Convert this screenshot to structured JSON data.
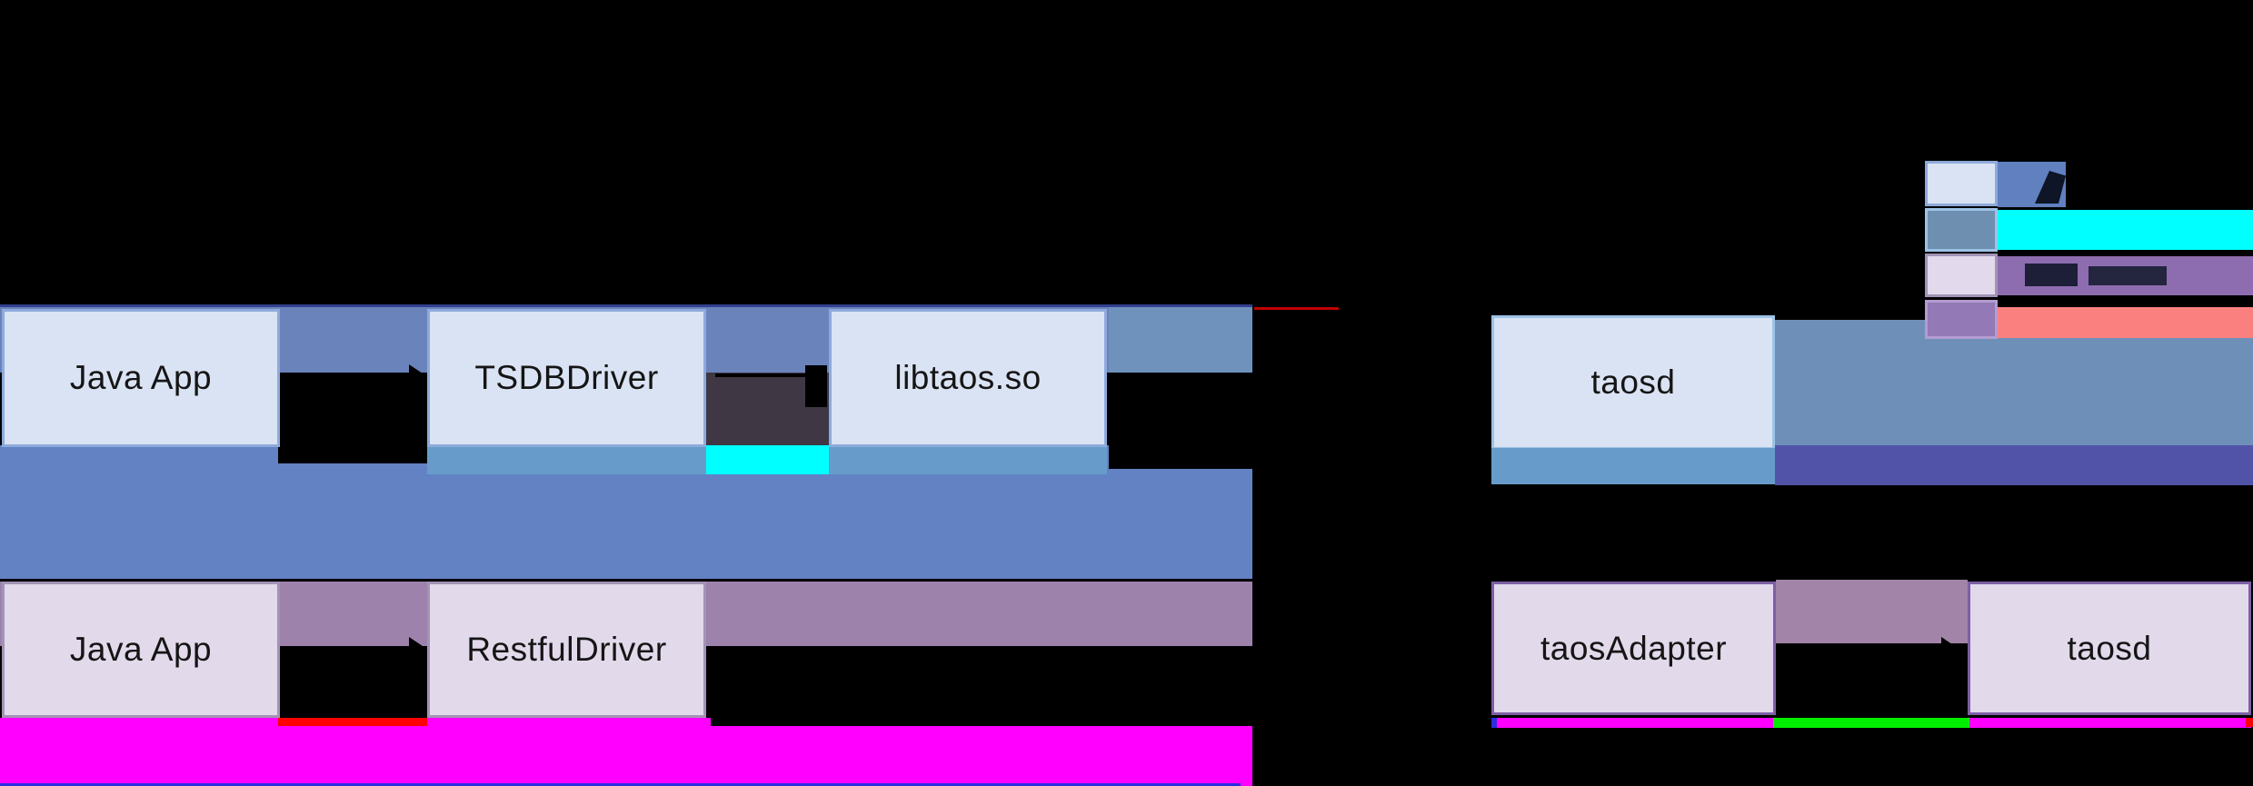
{
  "diagram_title_visible": false,
  "jni_flow": {
    "app": "Java App",
    "driver": "TSDBDriver",
    "library": "libtaos.so",
    "server": "taosd"
  },
  "rest_flow": {
    "app": "Java App",
    "driver": "RestfulDriver",
    "adapter": "taosAdapter",
    "server": "taosd"
  },
  "legend": {
    "items": [
      {
        "name": "light-blue-swatch",
        "swatch_color": "#dae3f3",
        "band_color": "#6080c0",
        "label_text_visible": false
      },
      {
        "name": "slate-swatch",
        "swatch_color": "#6e8fb0",
        "band_color": "#00ffff",
        "label_text_visible": false
      },
      {
        "name": "lavender-swatch",
        "swatch_color": "#e3d9ec",
        "band_color": "#8d6db0",
        "label_text_visible": false
      },
      {
        "name": "mauve-swatch",
        "swatch_color": "#9379b5",
        "band_color": "#fa8080",
        "label_text_visible": false
      }
    ]
  },
  "palette": {
    "bg": "#000000",
    "box_blue_fill": "#dae3f3",
    "box_blue_border": "#8eaadb",
    "box_taosd_border": "#9dc3e6",
    "box_lav_fill": "#e2d9eb",
    "box_lav_border": "#a294b5",
    "box_purple_border": "#7d5fa5",
    "band_blue": "#6b83bb",
    "band_blue_right": "#6e92bc",
    "band_edge": "#32408f",
    "band_big": "#6282c4",
    "slate_block": "#6e90b8",
    "strip_slate": "#679cca",
    "strip_cyan": "#00ffff",
    "strip_indigo": "#5153a8",
    "dark_block": "#3f3744",
    "purple_band": "#9d82ac",
    "purple_gap": "#a184a8",
    "magenta": "#ff00ff",
    "red": "#fe0000",
    "green": "#00ef00",
    "blue_line": "#2b2be0",
    "red_line": "#c00000",
    "legend_band_blue": "#6080c0",
    "legend_band_cyan": "#00ffff",
    "legend_band_purple": "#8d6db0",
    "legend_band_salmon": "#fa8080",
    "legend_sw2": "#6e8fb0",
    "legend_sw3": "#e3d9ec",
    "legend_sw4": "#9379b5",
    "legend_sw4_border": "#b39cd0",
    "arrow": "#000000",
    "glyph": "#0d1526"
  }
}
